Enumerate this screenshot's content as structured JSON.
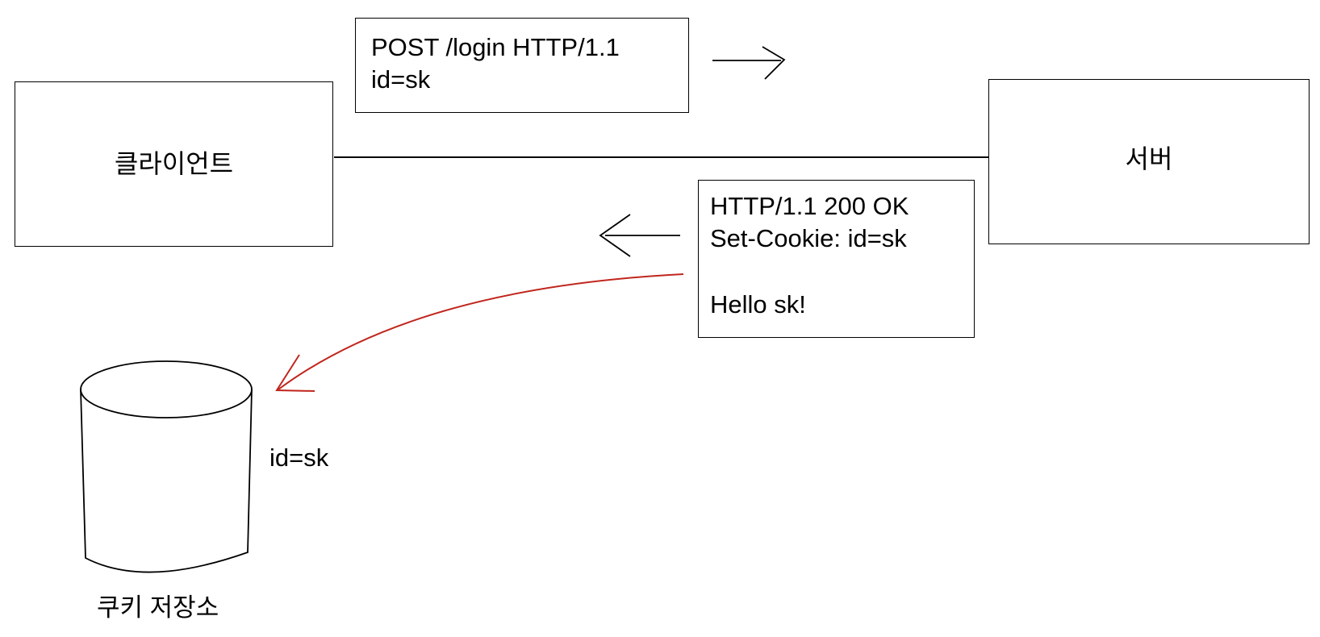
{
  "client": {
    "label": "클라이언트"
  },
  "server": {
    "label": "서버"
  },
  "request": {
    "lines": [
      "POST /login HTTP/1.1",
      "id=sk"
    ]
  },
  "response": {
    "status_line": "HTTP/1.1 200 OK",
    "cookie_header": "Set-Cookie: id=sk",
    "body": "Hello sk!"
  },
  "cookie_store": {
    "label": "쿠키 저장소",
    "stored_value": "id=sk"
  },
  "colors": {
    "stroke": "#000000",
    "highlight": "#c0261d"
  }
}
